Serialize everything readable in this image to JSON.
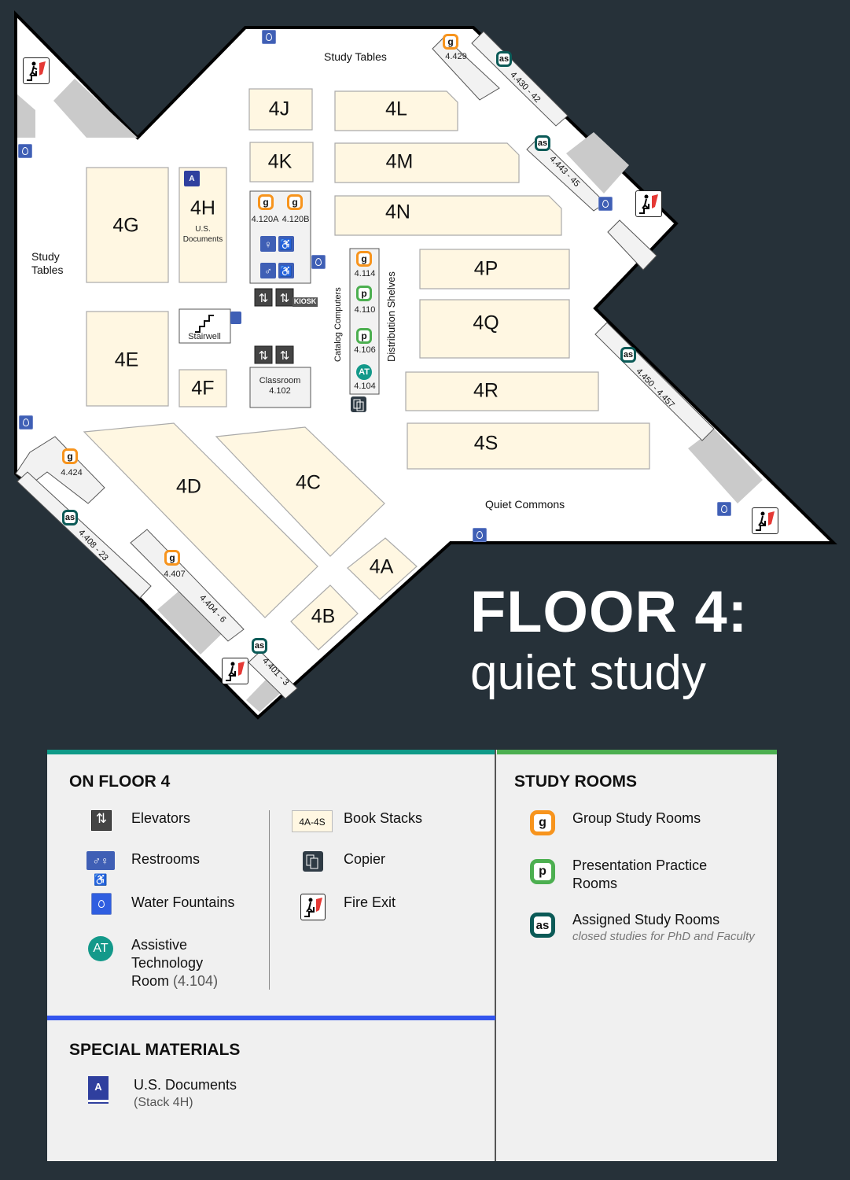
{
  "map": {
    "stacks": {
      "4A": "4A",
      "4B": "4B",
      "4C": "4C",
      "4D": "4D",
      "4E": "4E",
      "4F": "4F",
      "4G": "4G",
      "4H": "4H",
      "4J": "4J",
      "4K": "4K",
      "4L": "4L",
      "4M": "4M",
      "4N": "4N",
      "4P": "4P",
      "4Q": "4Q",
      "4R": "4R",
      "4S": "4S"
    },
    "labels": {
      "study_tables_top": "Study Tables",
      "study_tables_left_1": "Study",
      "study_tables_left_2": "Tables",
      "us_docs_1": "U.S.",
      "us_docs_2": "Documents",
      "stairwell": "Stairwell",
      "classroom": "Classroom",
      "classroom_num": "4.102",
      "kiosk": "KIOSK",
      "catalog": "Catalog Computers",
      "distribution": "Distribution Shelves",
      "quiet_commons": "Quiet Commons"
    },
    "rooms": {
      "r4429": "4.429",
      "r4120a": "4.120A",
      "r4120b": "4.120B",
      "r4114": "4.114",
      "r4110": "4.110",
      "r4106": "4.106",
      "r4104": "4.104",
      "r4424": "4.424",
      "r4407": "4.407"
    },
    "ranges": {
      "r430": "4.430 - 42",
      "r443": "4.443 - 45",
      "r450": "4.450 - 4.457",
      "r408": "4.408 - 23",
      "r404": "4.404 - 6",
      "r401": "4.401 - 3"
    },
    "markers": {
      "g": "g",
      "p": "p",
      "as": "as",
      "at": "AT",
      "docs": "A"
    }
  },
  "title": {
    "line1": "FLOOR 4:",
    "line2": "quiet study"
  },
  "legend": {
    "on_floor": {
      "heading": "ON FLOOR 4",
      "items": [
        {
          "label": "Elevators"
        },
        {
          "label": "Restrooms"
        },
        {
          "label": "Water Fountains"
        },
        {
          "label_1": "Assistive",
          "label_2": "Technology",
          "label_3": "Room",
          "note": "(4.104)"
        },
        {
          "label": "Book Stacks",
          "icon_text": "4A-4S"
        },
        {
          "label": "Copier"
        },
        {
          "label": "Fire Exit"
        }
      ]
    },
    "study_rooms": {
      "heading": "STUDY ROOMS",
      "items": [
        {
          "icon": "g",
          "label": "Group Study Rooms"
        },
        {
          "icon": "p",
          "label_1": "Presentation Practice",
          "label_2": "Rooms"
        },
        {
          "icon": "as",
          "label": "Assigned Study Rooms",
          "note": "closed studies for PhD and Faculty"
        }
      ]
    },
    "special": {
      "heading": "SPECIAL MATERIALS",
      "items": [
        {
          "icon": "A",
          "label": "U.S. Documents",
          "note": "(Stack 4H)"
        }
      ]
    }
  },
  "colors": {
    "background": "#263139",
    "stack": "#fff7e2",
    "group": "#f7941d",
    "presentation": "#4caf50",
    "assigned": "#0b5a57",
    "assistive": "#13998a",
    "fountain": "#3f5fb5",
    "teal_bar": "#0f9a88",
    "green_bar": "#4caf50",
    "blue_bar": "#3355ee"
  }
}
